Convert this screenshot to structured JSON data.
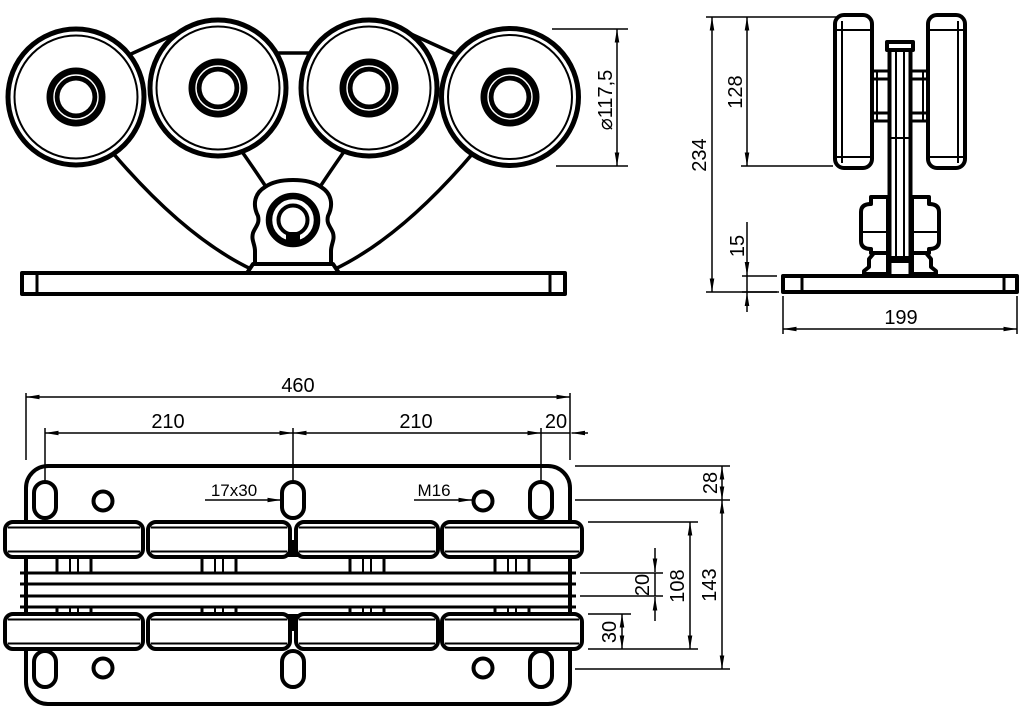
{
  "colors": {
    "ink": "#000000",
    "background": "#ffffff"
  },
  "front_view": {
    "diameter": "⌀117,5"
  },
  "side_view": {
    "total_height": "234",
    "roller_height": "128",
    "plate_thickness": "15",
    "base_width": "199"
  },
  "plan_view": {
    "overall_width": "460",
    "spacing_left": "210",
    "spacing_right": "210",
    "edge_offset": "20",
    "slot_size": "17x30",
    "thread": "M16",
    "top_edge_to_holes": "28",
    "hole_rows_spacing": "143",
    "roller_span": "108",
    "rail_gap": "20",
    "roller_width": "30"
  }
}
